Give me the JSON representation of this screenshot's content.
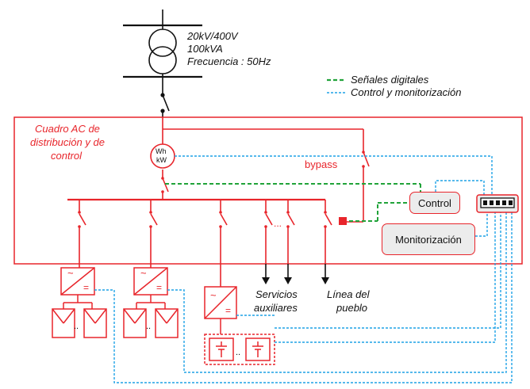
{
  "transformer": {
    "rating_voltage": "20kV/400V",
    "rating_power": "100kVA",
    "frequency": "Frecuencia : 50Hz"
  },
  "legend": {
    "digital_signals": "Señales digitales",
    "control_monitoring": "Control y monitorización"
  },
  "panel": {
    "title_line1": "Cuadro AC de",
    "title_line2": "distribución y de",
    "title_line3": "control",
    "bypass_label": "bypass"
  },
  "meter": {
    "line1": "Wh",
    "line2": "kW"
  },
  "control_box": {
    "label": "Control"
  },
  "monitoring_box": {
    "label": "Monitorización"
  },
  "feeders": {
    "aux_line1": "Servicios",
    "aux_line2": "auxiliares",
    "town_line1": "Línea del",
    "town_line2": "pueblo",
    "ellipsis": "..."
  },
  "converters": {
    "ac_symbol": "~",
    "dc_symbol": "="
  },
  "pv_ellipsis": "..",
  "colors": {
    "power": "#e8252b",
    "digital": "#21a33a",
    "monitoring": "#1fa2e6",
    "line": "#111111",
    "box_fill": "#ececec"
  }
}
